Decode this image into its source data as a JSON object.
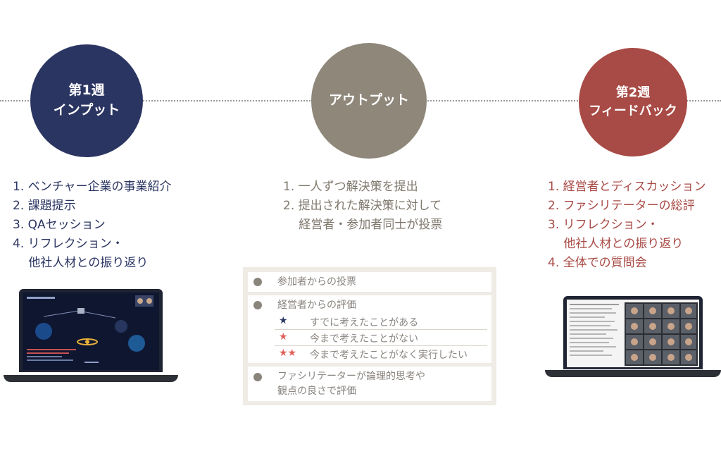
{
  "phases": {
    "week1": {
      "line1": "第1週",
      "line2": "インプット",
      "color": "#2b3562"
    },
    "output": {
      "label": "アウトプット",
      "color": "#8e877a"
    },
    "week2": {
      "line1": "第2週",
      "line2": "フィードバック",
      "color": "#a84a45"
    }
  },
  "input_steps": [
    "1. ベンチャー企業の事業紹介",
    "2. 課題提示",
    "3. QAセッション",
    "4. リフレクション・",
    "　 他社人材との振り返り"
  ],
  "output_steps": [
    "1.  一人ずつ解決策を提出",
    "2. 提出された解決策に対して",
    "　 経営者・参加者同士が投票"
  ],
  "feedback_steps": [
    "1. 経営者とディスカッション",
    "2. ファシリテーターの総評",
    "3. リフレクション・",
    "　 他社人材との振り返り",
    "4. 全体での質問会"
  ],
  "evaluation": {
    "participant_vote": "参加者からの投票",
    "exec_eval": "経営者からの評価",
    "ratings": [
      {
        "stars": "★",
        "star_color": "#2b3562",
        "text": "すでに考えたことがある"
      },
      {
        "stars": "★",
        "star_color": "#e0605a",
        "text": "今まで考えたことがない"
      },
      {
        "stars": "★★",
        "star_color": "#e0605a",
        "text": "今まで考えたことがなく実行したい"
      }
    ],
    "facilitator_line1": "ファシリテーターが論理的思考や",
    "facilitator_line2": "観点の良さで評価"
  }
}
